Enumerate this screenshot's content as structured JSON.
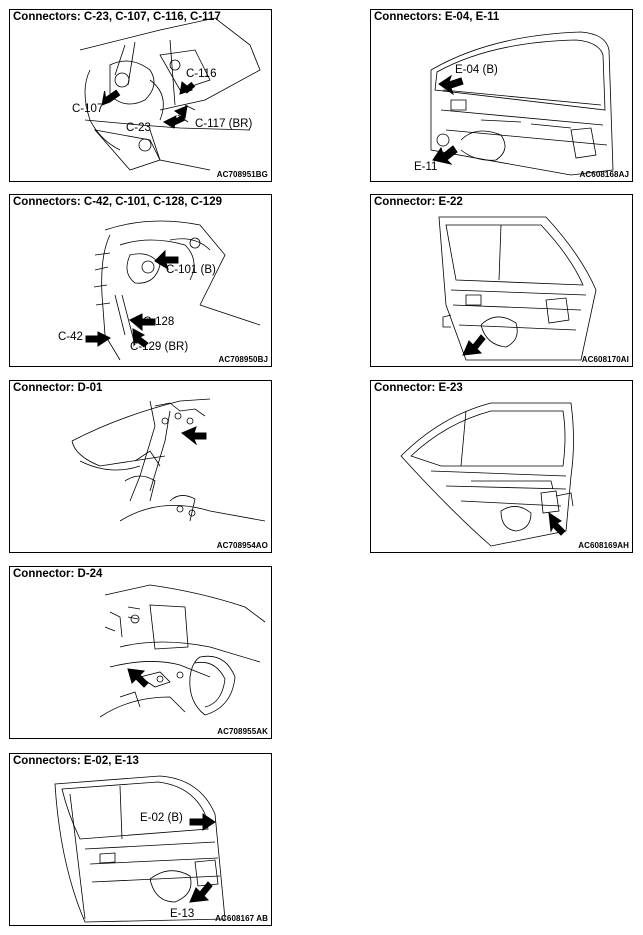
{
  "panels": [
    {
      "title": "Connectors: C-23, C-107, C-116, C-117",
      "code": "AC708951BG",
      "labels": [
        "C-116",
        "C-107",
        "C-23",
        "C-117 (BR)"
      ]
    },
    {
      "title": "Connectors: E-04, E-11",
      "code": "AC608168AJ",
      "labels": [
        "E-04 (B)",
        "E-11"
      ]
    },
    {
      "title": "Connectors: C-42, C-101, C-128, C-129",
      "code": "AC708950BJ",
      "labels": [
        "C-101 (B)",
        "C-128",
        "C-42",
        "C-129 (BR)"
      ]
    },
    {
      "title": "Connector: E-22",
      "code": "AC608170AI",
      "labels": []
    },
    {
      "title": "Connector: D-01",
      "code": "AC708954AO",
      "labels": []
    },
    {
      "title": "Connector: E-23",
      "code": "AC608169AH",
      "labels": []
    },
    {
      "title": "Connector: D-24",
      "code": "AC708955AK",
      "labels": []
    },
    {
      "title": "Connectors: E-02, E-13",
      "code": "AC608167 AB",
      "labels": [
        "E-02 (B)",
        "E-13"
      ]
    }
  ]
}
